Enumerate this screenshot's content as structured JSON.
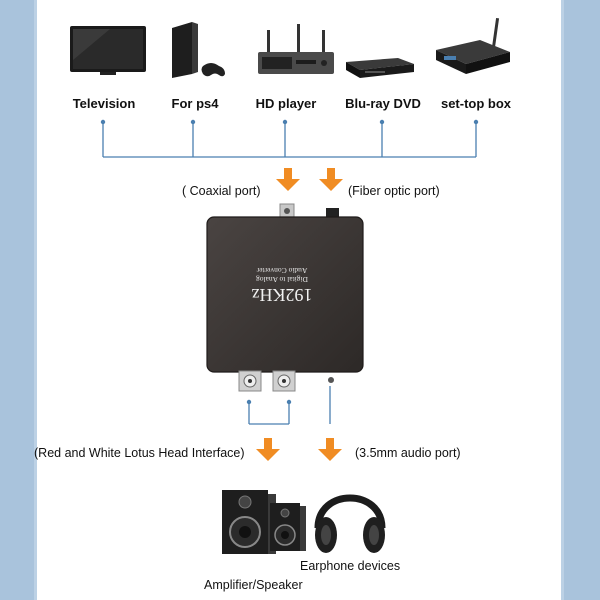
{
  "sources": [
    {
      "label": "Television",
      "icon": "television-icon"
    },
    {
      "label": "For ps4",
      "icon": "game-console-icon"
    },
    {
      "label": "HD player",
      "icon": "hd-player-icon"
    },
    {
      "label": "Blu-ray DVD",
      "icon": "bluray-player-icon"
    },
    {
      "label": "set-top box",
      "icon": "set-top-box-icon"
    }
  ],
  "inputs": {
    "coaxial": "( Coaxial port)",
    "fiber": "(Fiber optic port)"
  },
  "converter": {
    "line1": "192KHz",
    "line2": "Digital to Analog",
    "line3": "Audio Converter"
  },
  "outputs": {
    "rca": "(Red and White Lotus Head Interface)",
    "aux": "(3.5mm audio port)"
  },
  "destinations": {
    "speaker": "Amplifier/Speaker",
    "earphone": "Earphone devices"
  },
  "colors": {
    "arrow": "#f08c23",
    "line": "#4a7fb0",
    "box": "#3a3533",
    "side_bars": "#a9c3dc"
  }
}
